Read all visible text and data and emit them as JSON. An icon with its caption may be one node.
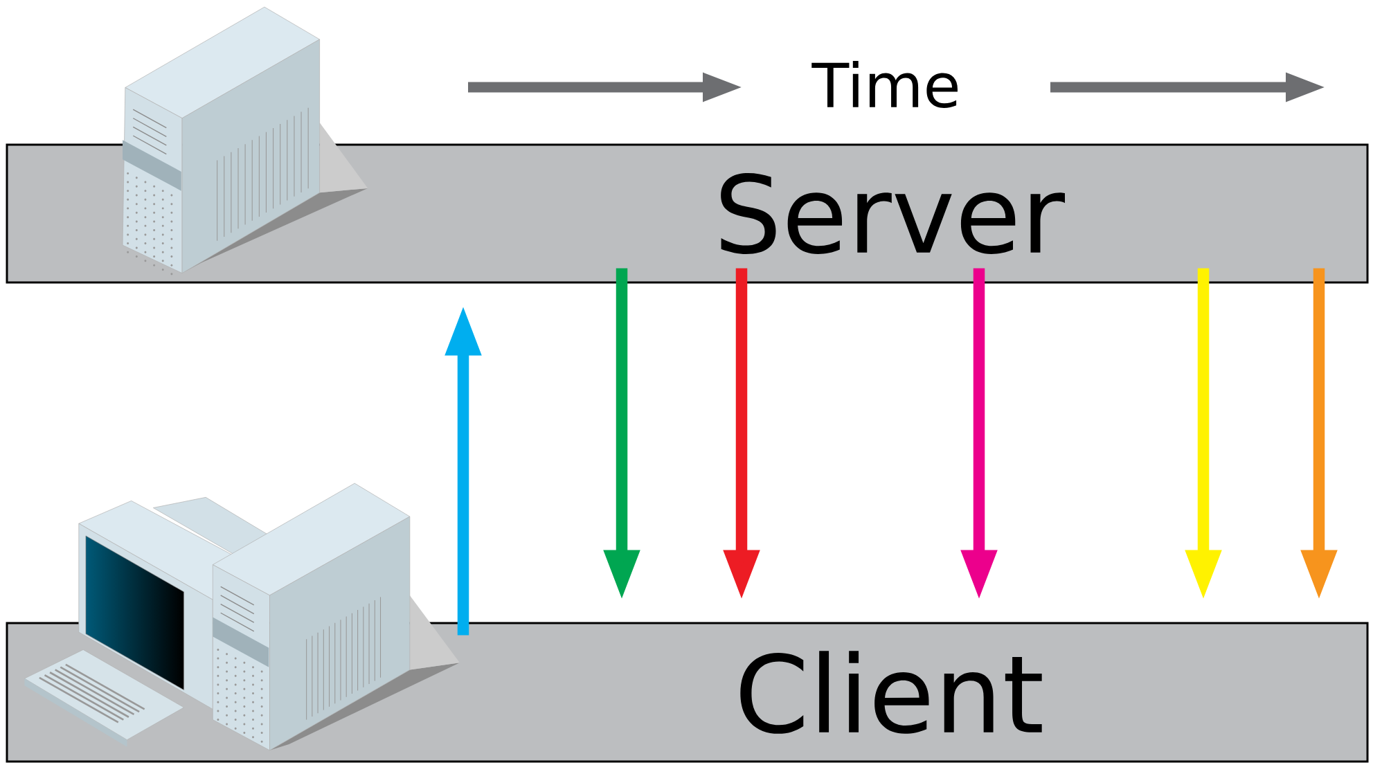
{
  "diagram": {
    "nodes": [
      {
        "text": [
          "Server"
        ]
      },
      {
        "text": [
          "Client"
        ]
      }
    ],
    "edges": [
      {
        "from": 1,
        "to": null,
        "arrow": "to",
        "color": "#00aeef"
      },
      {
        "from": 0,
        "to": null,
        "arrow": "to",
        "color": "#00a651"
      },
      {
        "from": 0,
        "to": null,
        "arrow": "to",
        "color": "#ed1c24"
      },
      {
        "from": 0,
        "to": null,
        "arrow": "to",
        "color": "#ec008c"
      },
      {
        "from": 0,
        "to": null,
        "arrow": "to",
        "color": "#fff200"
      },
      {
        "from": 0,
        "to": null,
        "arrow": "to",
        "color": "#f7941d"
      }
    ],
    "labels": [
      "Time"
    ]
  }
}
